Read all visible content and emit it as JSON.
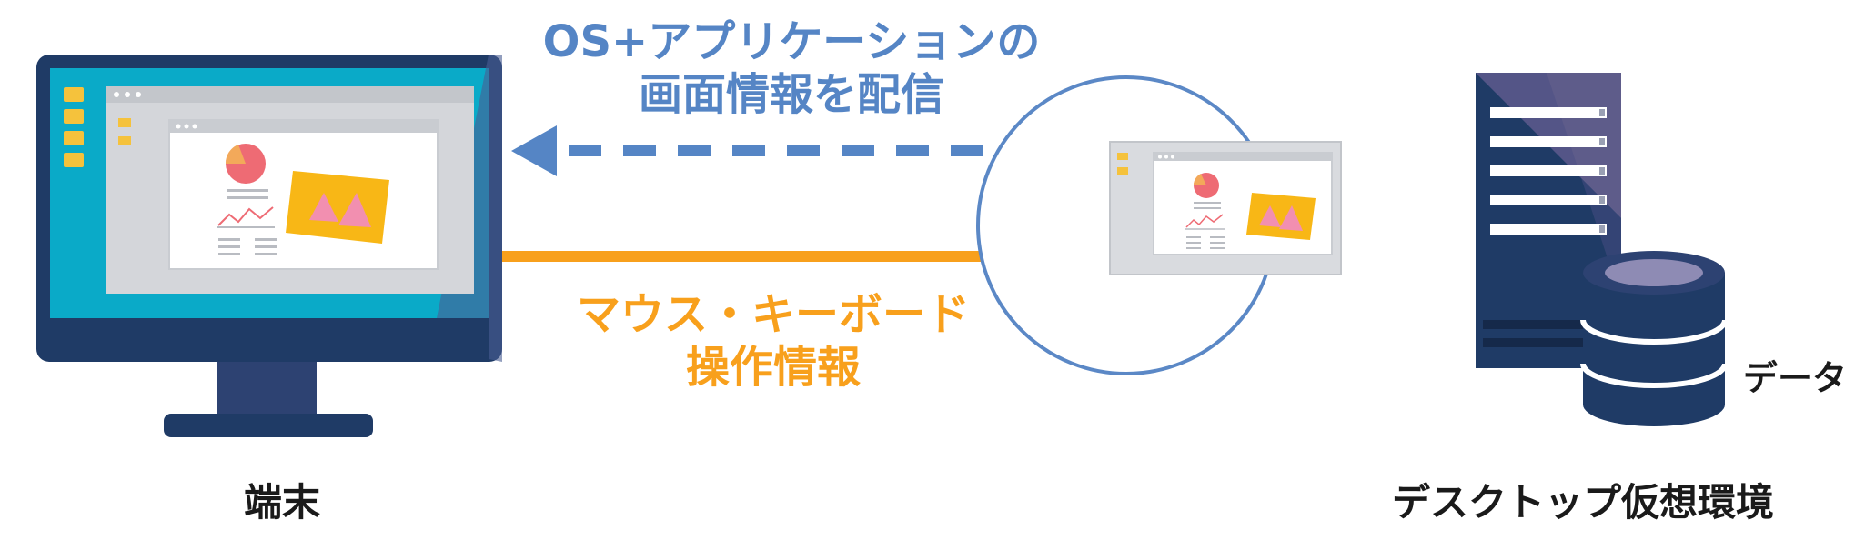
{
  "labels": {
    "top_line1": "OS+アプリケーション",
    "top_line2": "の",
    "top_line3": "画面情報を配信",
    "bottom_line1": "マウス・キーボード",
    "bottom_line2": "操作情報",
    "terminal": "端末",
    "vde": "デスクトップ仮想環境",
    "data": "データ"
  },
  "colors": {
    "blue_label": "#5585c5",
    "orange": "#f8a01c",
    "navy": "#1f3b66",
    "cyan": "#0aaac8",
    "circle_outline": "#5b88c6"
  },
  "icons": [
    "monitor-icon",
    "server-icon",
    "database-icon",
    "folder-icon",
    "pie-chart-icon",
    "line-chart-icon",
    "image-icon"
  ]
}
